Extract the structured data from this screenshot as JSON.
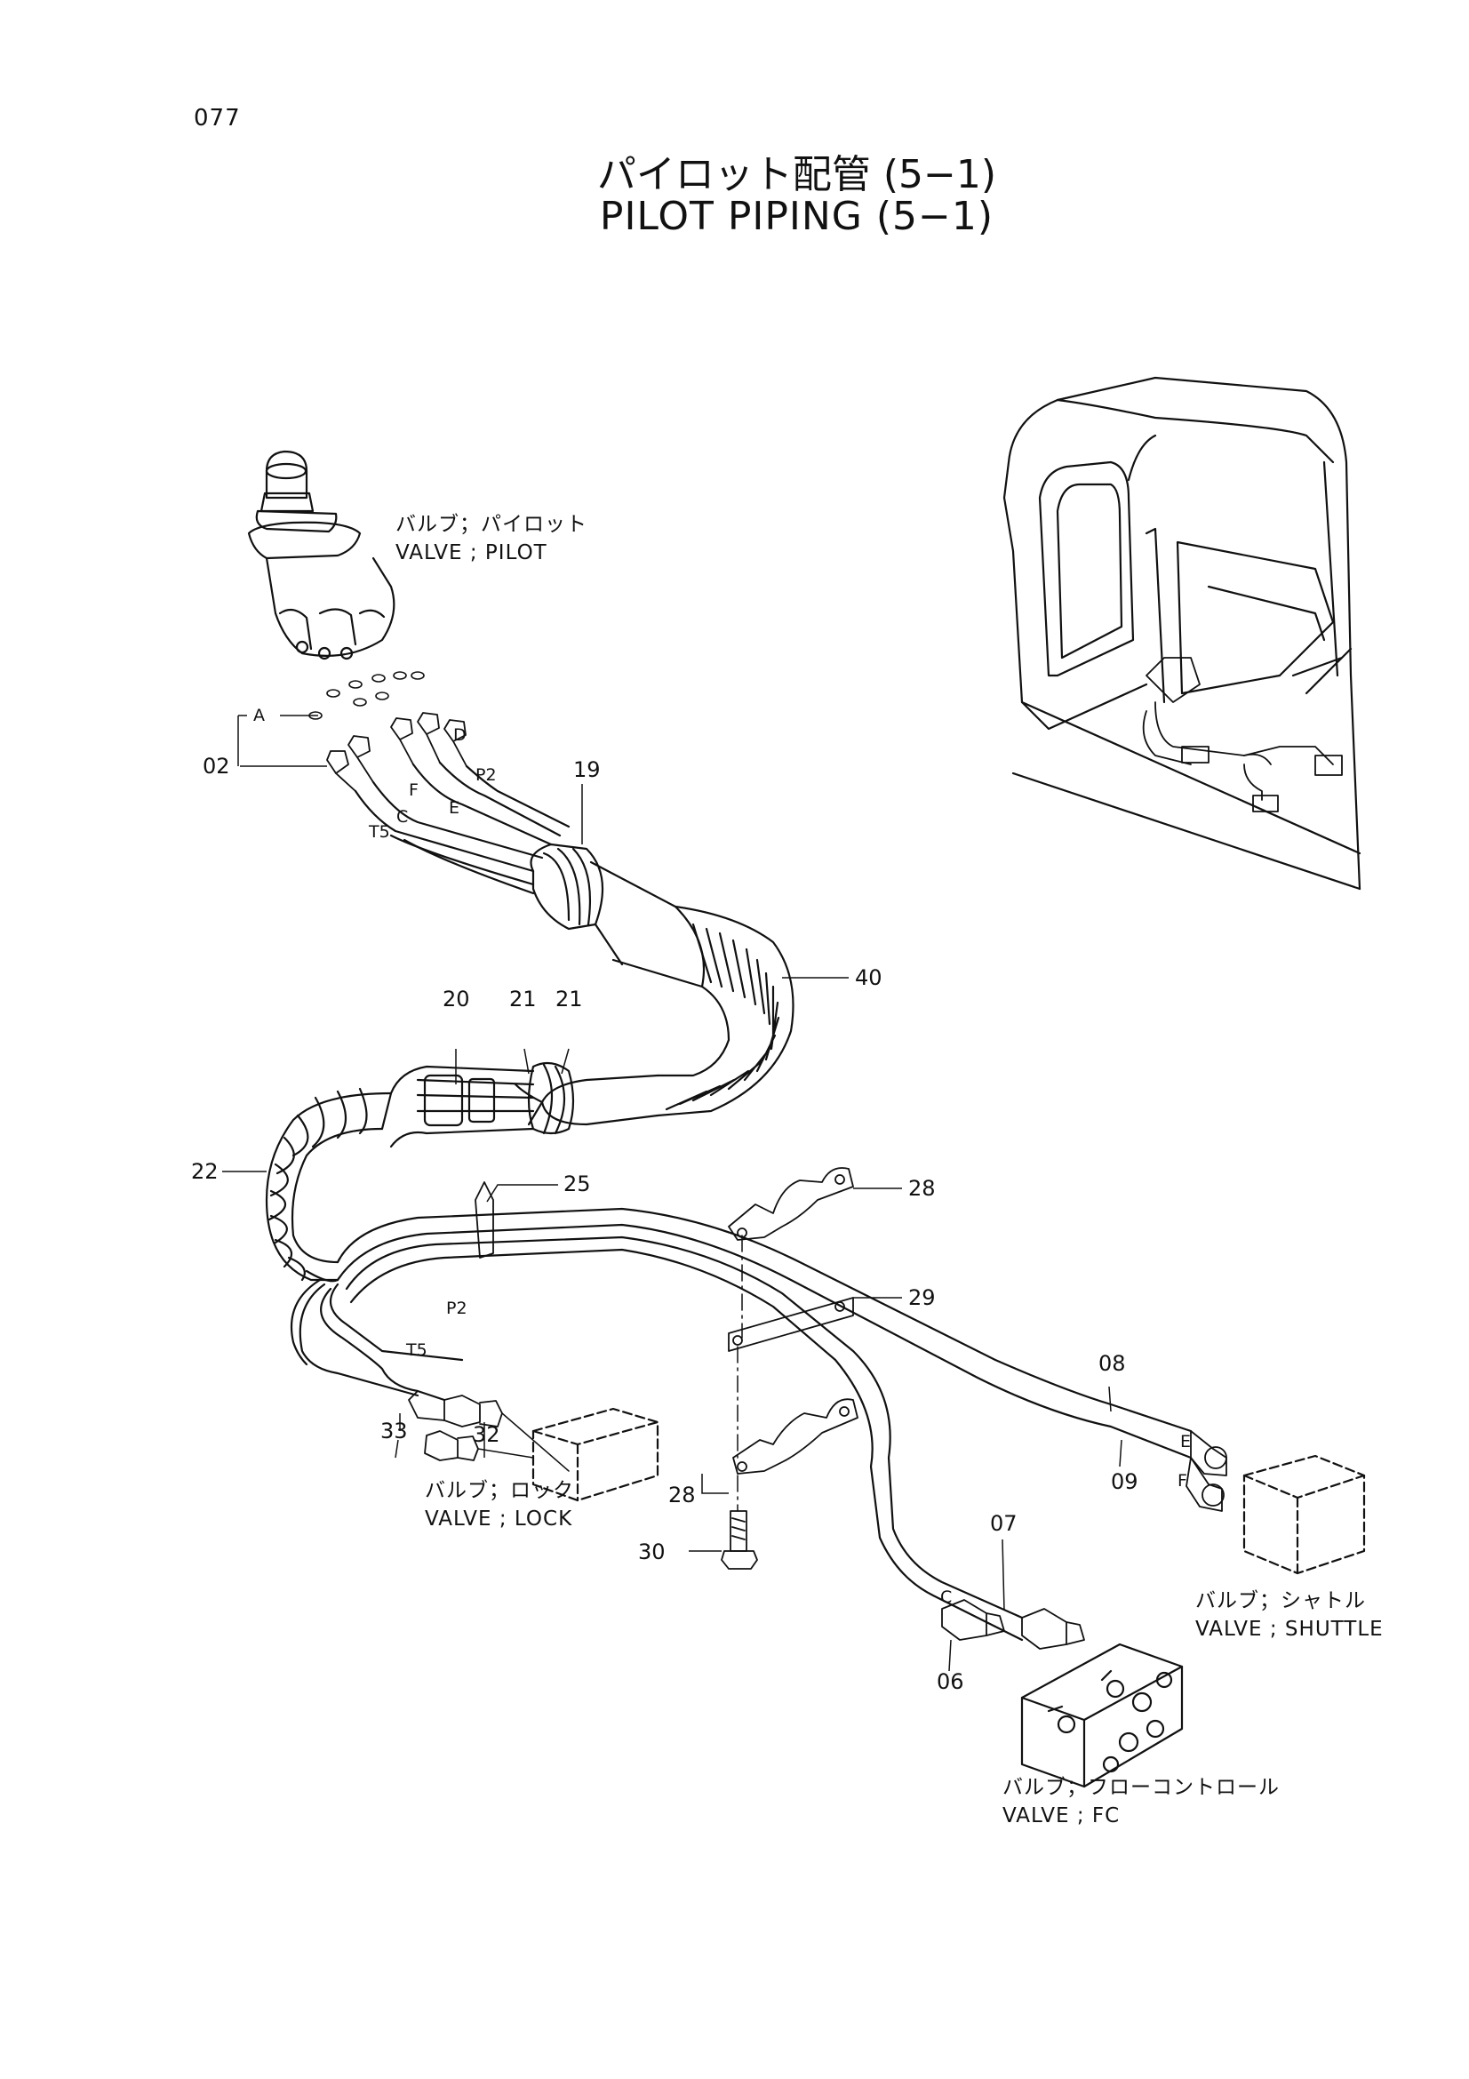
{
  "page_number": "077",
  "title": {
    "jp": "パイロット配管 (5−1)",
    "en": "PILOT PIPING (5−1)"
  },
  "components": {
    "pilot_valve": {
      "jp": "バルブ；パイロット",
      "en": "VALVE ; PILOT"
    },
    "lock_valve": {
      "jp": "バルブ；ロック",
      "en": "VALVE ; LOCK"
    },
    "shuttle_valve": {
      "jp": "バルブ；シャトル",
      "en": "VALVE ; SHUTTLE"
    },
    "fc_valve": {
      "jp": "バルブ；フローコントロール",
      "en": "VALVE ; FC"
    }
  },
  "callouts": {
    "p02": "02",
    "p19": "19",
    "p40": "40",
    "p20": "20",
    "p21a": "21",
    "p21b": "21",
    "p22": "22",
    "p25": "25",
    "p28a": "28",
    "p28b": "28",
    "p29": "29",
    "p30": "30",
    "p33": "33",
    "p32": "32",
    "p08": "08",
    "p09": "09",
    "p07": "07",
    "p06": "06"
  },
  "port_labels": {
    "A": "A",
    "D": "D",
    "P2_top": "P2",
    "F_top": "F",
    "E_top": "E",
    "C_top": "C",
    "T5_top": "T5",
    "P2_bottom": "P2",
    "T5_bottom": "T5",
    "E_right": "E",
    "F_right": "F",
    "C_bottom": "C"
  }
}
